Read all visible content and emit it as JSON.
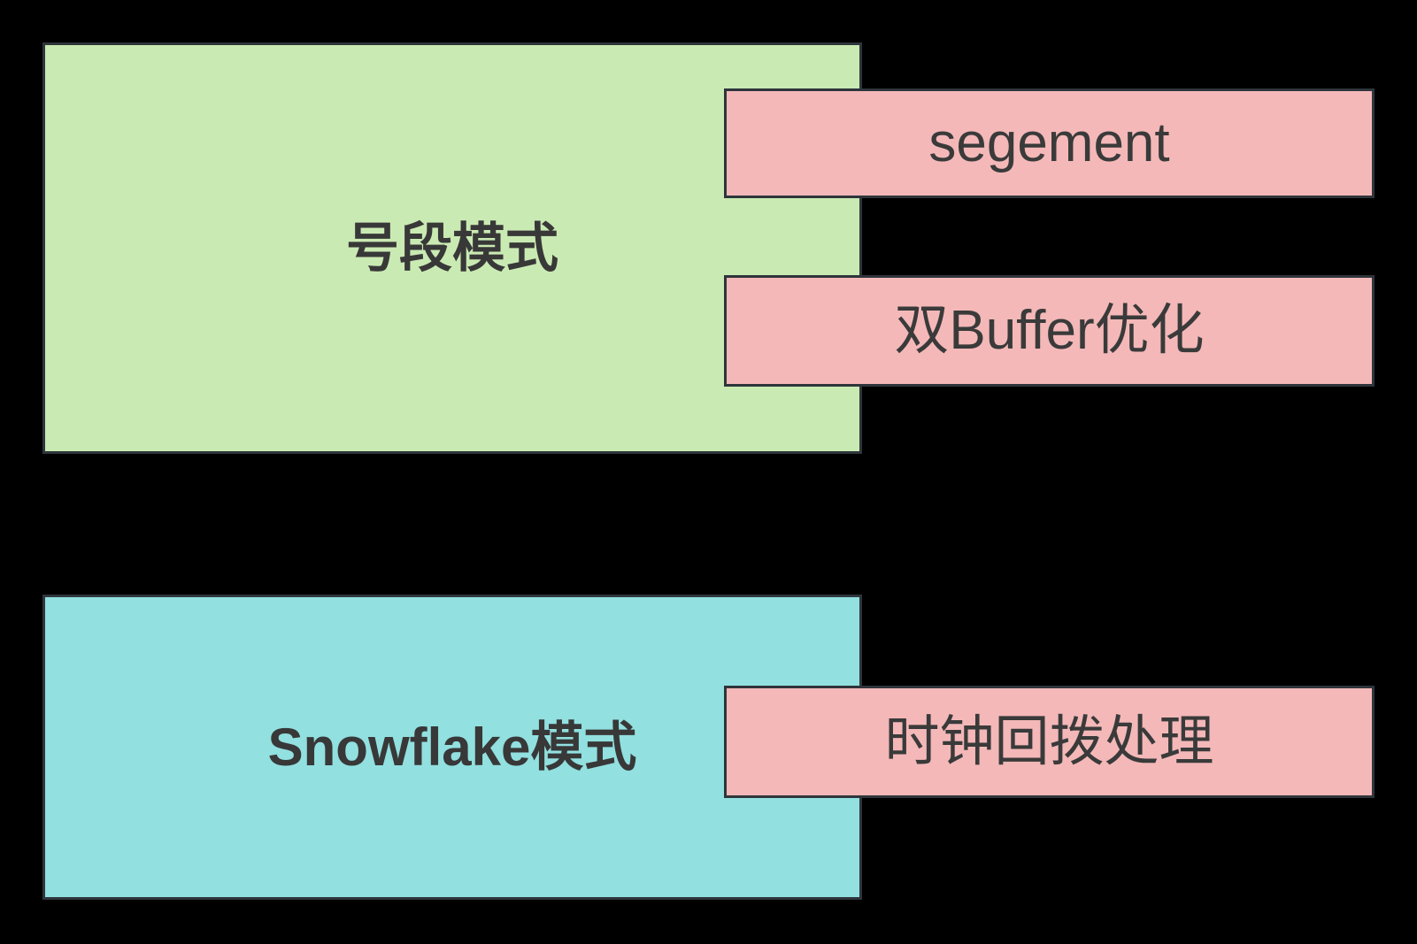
{
  "canvas": {
    "background_color": "#000000",
    "node_border_color": "#2e353b",
    "text_color": "#3a3a3a"
  },
  "diagram": {
    "nodes": {
      "segment_mode": {
        "label": "号段模式",
        "fill": "#caeab3",
        "role": "parent"
      },
      "segement": {
        "label": "segement",
        "fill": "#f4b8b8",
        "role": "child-of-segment-mode"
      },
      "double_buffer": {
        "label": "双Buffer优化",
        "fill": "#f4b8b8",
        "role": "child-of-segment-mode"
      },
      "snowflake_mode": {
        "label": "Snowflake模式",
        "fill": "#92e0e0",
        "role": "parent"
      },
      "clock_rollback": {
        "label": "时钟回拨处理",
        "fill": "#f4b8b8",
        "role": "child-of-snowflake-mode"
      }
    }
  }
}
